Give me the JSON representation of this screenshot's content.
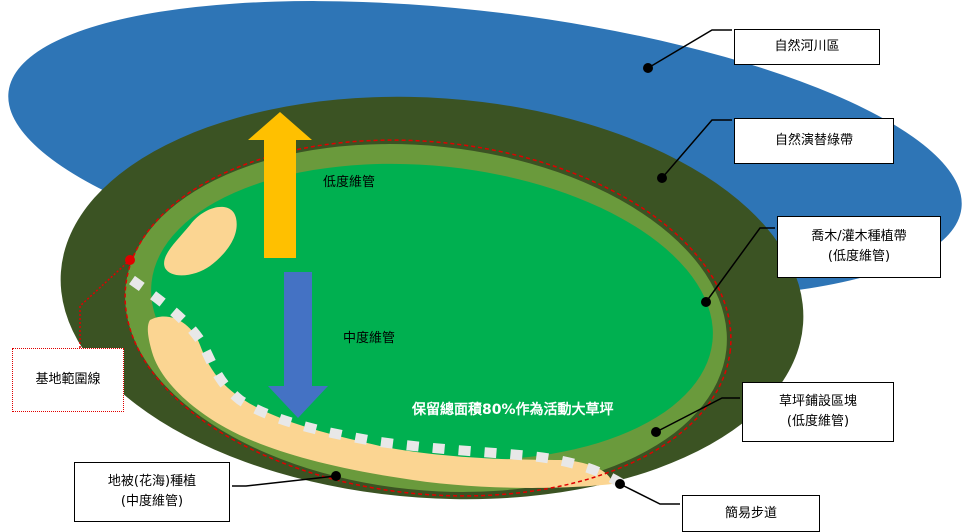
{
  "zones": {
    "natural_river": {
      "label": "自然河川區",
      "color": "#2e75b6"
    },
    "natural_succession": {
      "label": "自然演替綠帶",
      "color": "#3b5323"
    },
    "tree_shrub": {
      "label_line1": "喬木/灌木種植帶",
      "label_line2": "(低度維管)",
      "color": "#6a9a3c"
    },
    "lawn": {
      "label_line1": "草坪鋪設區塊",
      "label_line2": "(低度維管)",
      "color": "#00b050"
    },
    "ground_cover": {
      "label_line1": "地被(花海)種植",
      "label_line2": "(中度維管)",
      "color": "#fbd592"
    },
    "footpath": {
      "label": "簡易步道",
      "color": "#e8e8e8"
    },
    "site_boundary": {
      "label": "基地範圍線",
      "color": "#e00000"
    }
  },
  "inner_labels": {
    "low_maintenance": "低度維管",
    "medium_maintenance": "中度維管",
    "reserve_note": "保留總面積80%作為活動大草坪"
  },
  "arrows": {
    "up_color": "#ffc000",
    "down_color": "#4472c4"
  }
}
